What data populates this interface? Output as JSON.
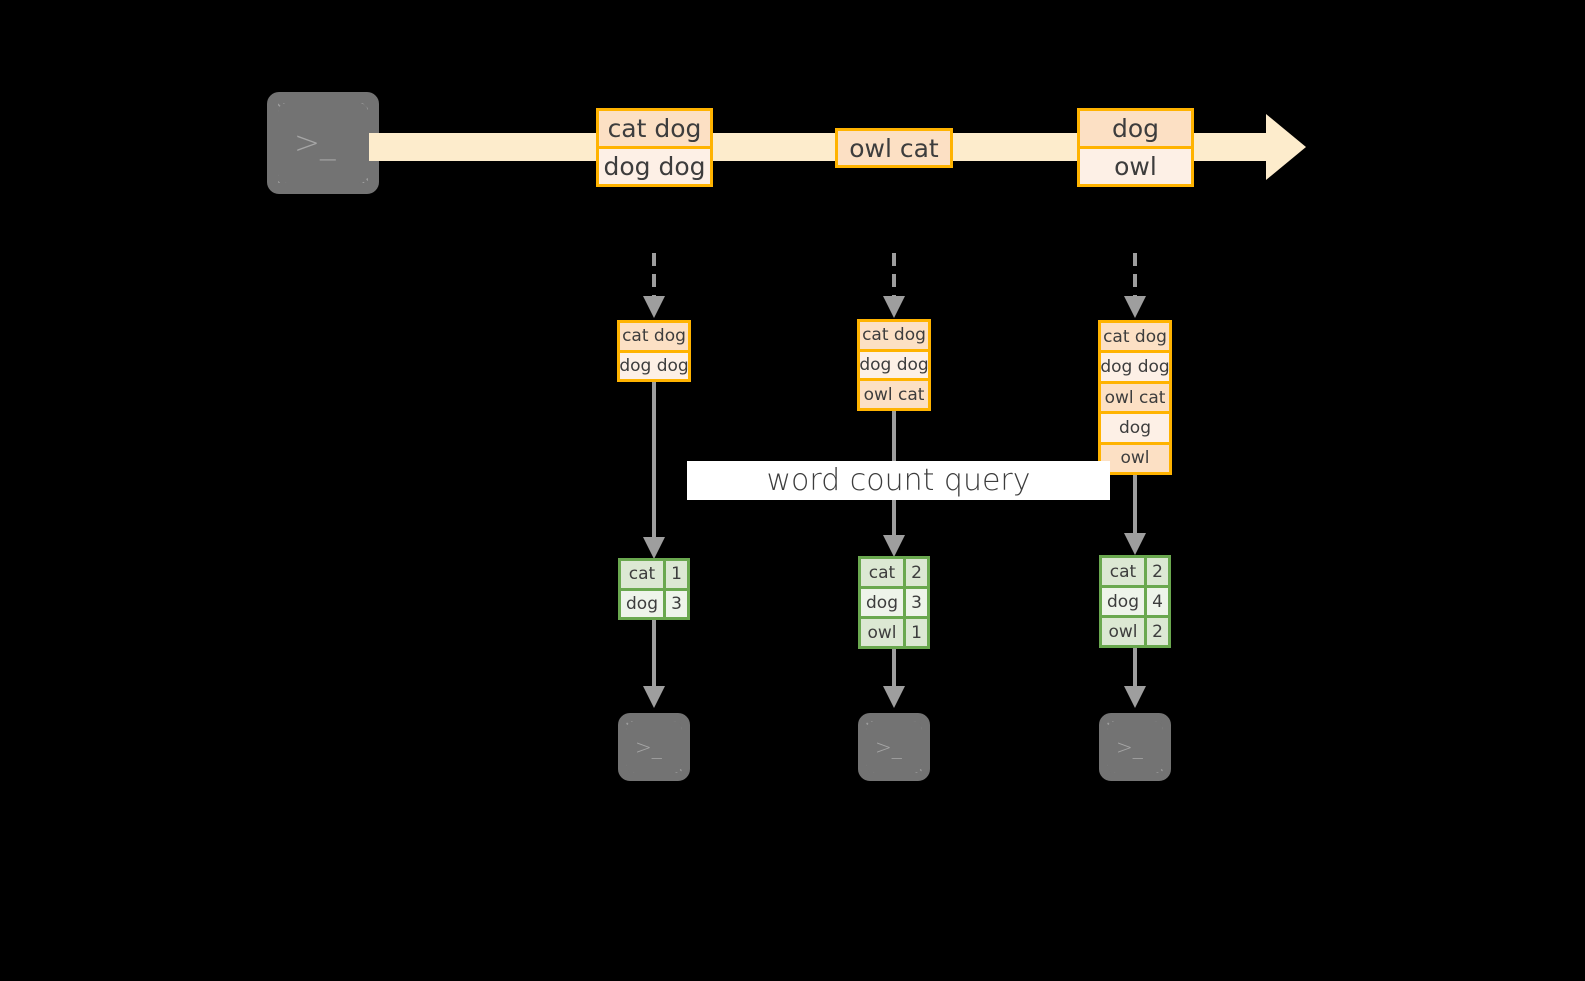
{
  "diagram": {
    "title_label": "word count query",
    "colors": {
      "background": "#000000",
      "event_border": "#ffb300",
      "event_fill_dark": "#fce0c4",
      "event_fill_light": "#fdf0e6",
      "stream_band": "#fdeccc",
      "table_border": "#6aa84f",
      "table_fill_dark": "#dce8d3",
      "table_fill_light": "#eef4ea",
      "connector": "#9e9e9e",
      "terminal_fill": "#737373",
      "label_band": "#ffffff"
    },
    "source_terminal": {
      "icon": "terminal-icon",
      "prompt": ">_"
    },
    "stream": {
      "direction": "left-to-right",
      "events": [
        {
          "name": "event-group-1",
          "lines": [
            "cat dog",
            "dog dog"
          ]
        },
        {
          "name": "event-group-2",
          "lines": [
            "owl cat"
          ]
        },
        {
          "name": "event-group-3",
          "lines": [
            "dog",
            "owl"
          ]
        }
      ]
    },
    "columns": [
      {
        "name": "column-1",
        "state_lines": [
          "cat dog",
          "dog dog"
        ],
        "result_rows": [
          {
            "word": "cat",
            "count": "1"
          },
          {
            "word": "dog",
            "count": "3"
          }
        ],
        "sink_prompt": ">_"
      },
      {
        "name": "column-2",
        "state_lines": [
          "cat dog",
          "dog dog",
          "owl cat"
        ],
        "result_rows": [
          {
            "word": "cat",
            "count": "2"
          },
          {
            "word": "dog",
            "count": "3"
          },
          {
            "word": "owl",
            "count": "1"
          }
        ],
        "sink_prompt": ">_"
      },
      {
        "name": "column-3",
        "state_lines": [
          "cat dog",
          "dog dog",
          "owl cat",
          "dog",
          "owl"
        ],
        "result_rows": [
          {
            "word": "cat",
            "count": "2"
          },
          {
            "word": "dog",
            "count": "4"
          },
          {
            "word": "owl",
            "count": "2"
          }
        ],
        "sink_prompt": ">_"
      }
    ]
  }
}
